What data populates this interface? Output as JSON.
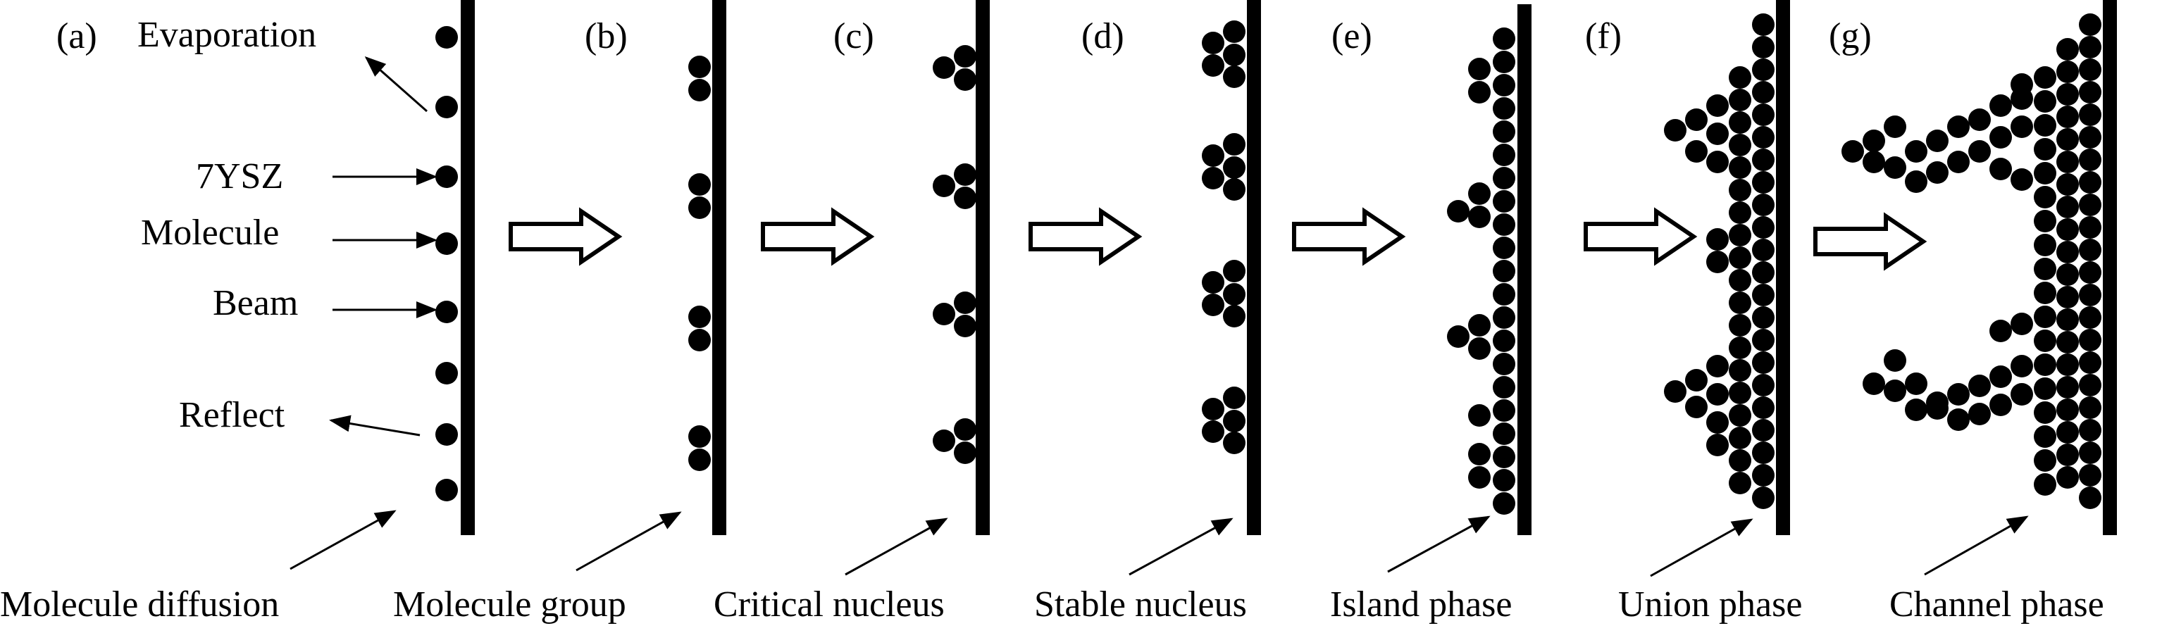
{
  "panels": [
    {
      "letter": "(a)",
      "caption": "Molecule diffusion"
    },
    {
      "letter": "(b)",
      "caption": "Molecule group"
    },
    {
      "letter": "(c)",
      "caption": "Critical nucleus"
    },
    {
      "letter": "(d)",
      "caption": "Stable nucleus"
    },
    {
      "letter": "(e)",
      "caption": "Island phase"
    },
    {
      "letter": "(f)",
      "caption": "Union phase"
    },
    {
      "letter": "(g)",
      "caption": "Channel phase"
    }
  ],
  "annotations": {
    "evaporation": "Evaporation",
    "ysz": "7YSZ",
    "molecule": "Molecule",
    "beam": "Beam",
    "reflect": "Reflect"
  },
  "colors": {
    "ink": "#000000",
    "background": "#ffffff"
  }
}
